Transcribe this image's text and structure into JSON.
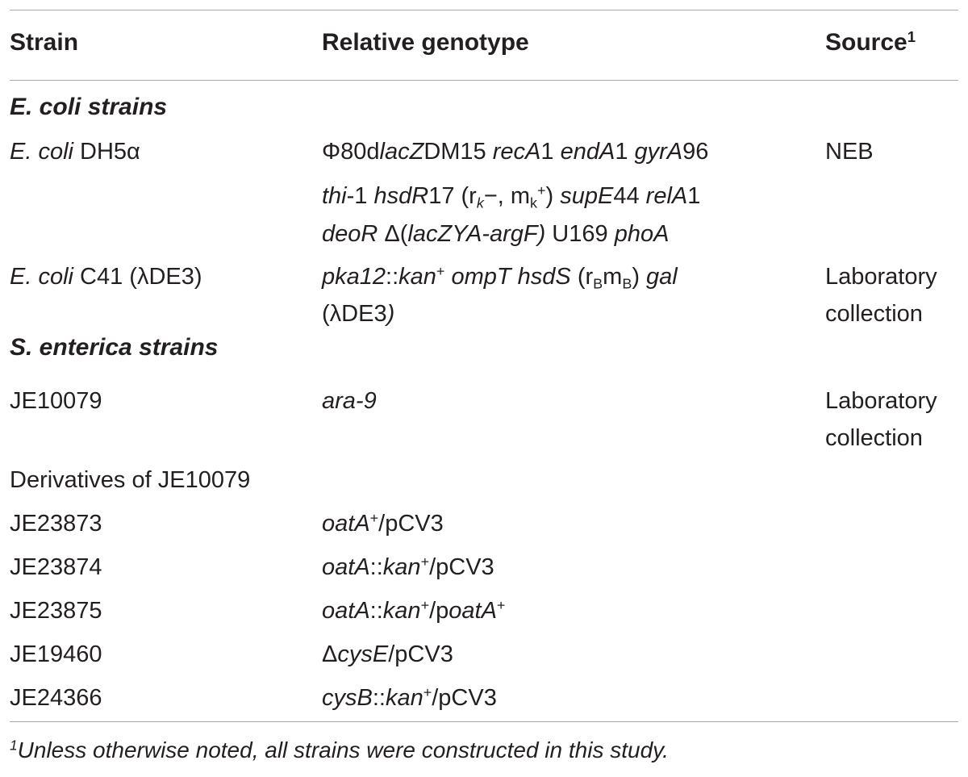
{
  "table": {
    "headers": {
      "strain": "Strain",
      "genotype": "Relative genotype",
      "source": "Source",
      "source_footnote_mark": "1"
    },
    "sections": [
      {
        "title": "E. coli strains"
      },
      {
        "title": "S. enterica strains"
      }
    ],
    "rows": {
      "dh5a": {
        "strain_species": "E. coli",
        "strain_name": " DH5α",
        "source": "NEB"
      },
      "c41": {
        "strain_species": "E. coli",
        "strain_name": " C41 (λDE3)",
        "source_line1": "Laboratory",
        "source_line2": "collection"
      },
      "je10079": {
        "strain": "JE10079",
        "genotype": "ara-9",
        "source_line1": "Laboratory",
        "source_line2": "collection"
      },
      "derivatives_label": "Derivatives of JE10079",
      "je23873": {
        "strain": "JE23873"
      },
      "je23874": {
        "strain": "JE23874"
      },
      "je23875": {
        "strain": "JE23875"
      },
      "je19460": {
        "strain": "JE19460"
      },
      "je24366": {
        "strain": "JE24366"
      }
    },
    "genotypes": {
      "dh5a_line1": [
        "Φ80d",
        "lacZ",
        "DM15 ",
        "recA",
        "1 ",
        "endA",
        "1 ",
        "gyrA",
        "96"
      ],
      "dh5a_line2": [
        "thi",
        "-1 ",
        "hsdR",
        "17 (r",
        "k",
        "−, m",
        "k",
        "+",
        ") ",
        "supE",
        "44 ",
        "relA",
        "1"
      ],
      "dh5a_line3": [
        "deoR",
        " Δ(",
        "lacZYA-argF)",
        " U169 ",
        "phoA"
      ],
      "c41_line1": [
        "pka12",
        "::",
        "kan",
        "+",
        " ",
        "ompT hsdS",
        " (r",
        "B",
        "m",
        "B",
        ") ",
        "gal"
      ],
      "c41_line2": [
        "(λDE3",
        ")"
      ],
      "je23873": [
        "oatA",
        "+",
        "/pCV3"
      ],
      "je23874": [
        "oatA",
        "::",
        "kan",
        "+",
        "/pCV3"
      ],
      "je23875": [
        "oatA",
        "::",
        "kan",
        "+",
        "/p",
        "oatA",
        "+"
      ],
      "je19460": [
        "Δ",
        "cysE",
        "/pCV3"
      ],
      "je24366": [
        "cysB",
        "::",
        "kan",
        "+",
        "/pCV3"
      ]
    },
    "footnote": {
      "mark": "1",
      "text": "Unless otherwise noted, all strains were constructed in this study."
    }
  }
}
